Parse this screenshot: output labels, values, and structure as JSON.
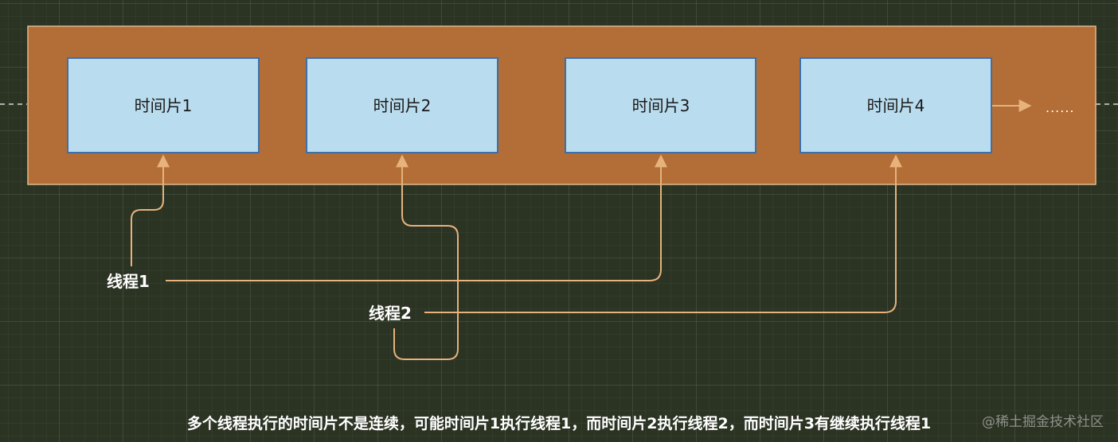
{
  "time_slices": [
    {
      "label": "时间片1"
    },
    {
      "label": "时间片2"
    },
    {
      "label": "时间片3"
    },
    {
      "label": "时间片4"
    }
  ],
  "continuation": "......",
  "threads": [
    {
      "label": "线程1"
    },
    {
      "label": "线程2"
    }
  ],
  "caption": "多个线程执行的时间片不是连续，可能时间片1执行线程1，而时间片2执行线程2，而时间片3有继续执行线程1",
  "watermark": "@稀土掘金技术社区",
  "colors": {
    "background": "#2b3323",
    "container_fill": "#b26e36",
    "container_stroke": "#e0b98c",
    "slice_fill": "#b9dcee",
    "slice_stroke": "#3e6fa8",
    "connector": "#e7b27c"
  }
}
